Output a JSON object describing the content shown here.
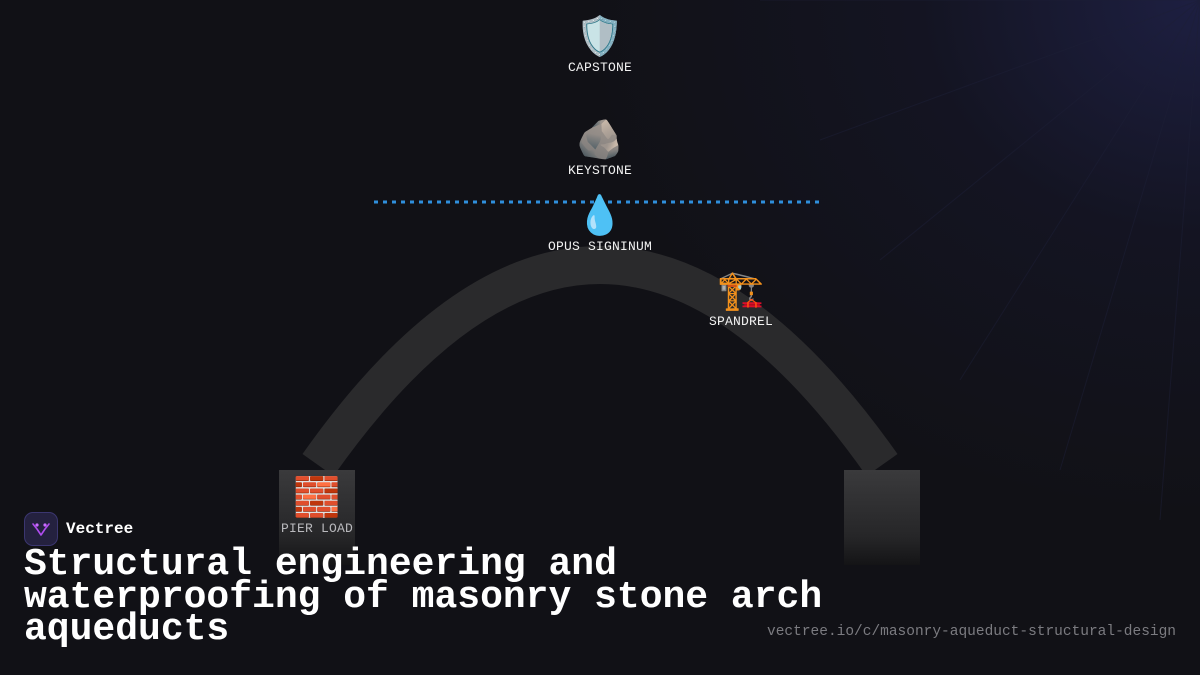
{
  "diagram": {
    "nodes": [
      {
        "id": "capstone",
        "icon": "shield-icon",
        "emoji": "🛡️",
        "label": "CAPSTONE"
      },
      {
        "id": "keystone",
        "icon": "rock-icon",
        "emoji": "🪨",
        "label": "KEYSTONE"
      },
      {
        "id": "opus",
        "icon": "droplet-icon",
        "emoji": "💧",
        "label": "OPUS SIGNINUM"
      },
      {
        "id": "spandrel",
        "icon": "crane-icon",
        "emoji": "🏗️",
        "label": "SPANDREL"
      },
      {
        "id": "pier",
        "icon": "bricks-icon",
        "emoji": "🧱",
        "label": "PIER LOAD"
      }
    ],
    "colors": {
      "arch": "#2a2a2c",
      "water_line": "#2f8fdc",
      "pier": "#303032"
    }
  },
  "brand": {
    "name": "Vectree",
    "logo_icon": "vectree-logo-icon",
    "logo_color": "#b04cf0"
  },
  "title": "Structural engineering and waterproofing of masonry stone arch aqueducts",
  "url": "vectree.io/c/masonry-aqueduct-structural-design"
}
